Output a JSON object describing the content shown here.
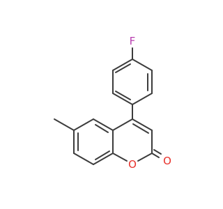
{
  "atoms": {
    "fluorine": {
      "label": "F",
      "color": "#b93fb0"
    },
    "ring_oxygen": {
      "label": "O",
      "color": "#e8302a"
    },
    "carbonyl_oxygen": {
      "label": "O",
      "color": "#e8302a"
    }
  },
  "colors": {
    "bond": "#3c3c3c",
    "background": "#ffffff"
  }
}
